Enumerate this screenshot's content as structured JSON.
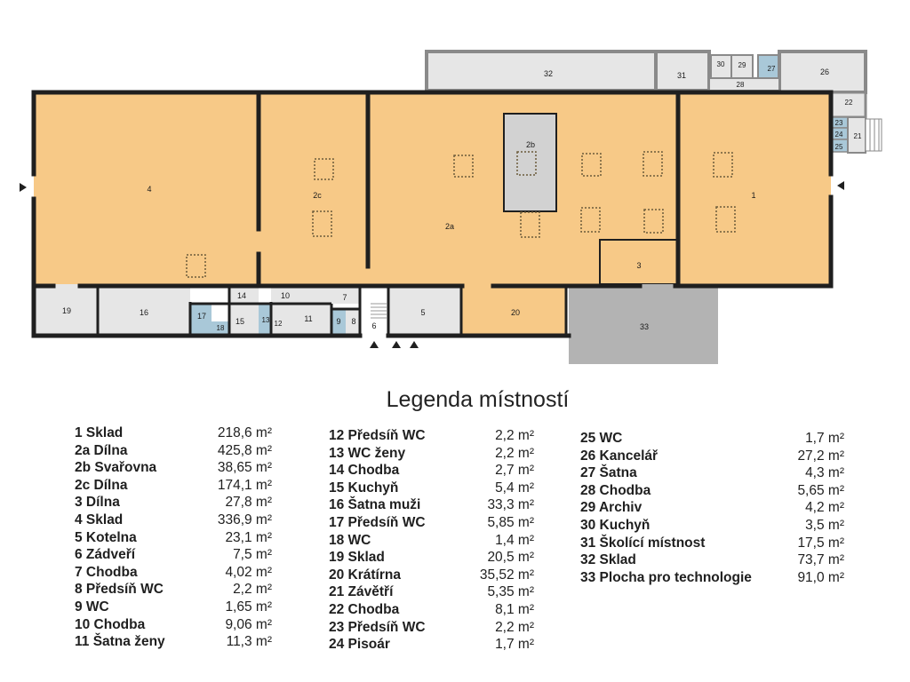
{
  "legend": {
    "title": "Legenda místností",
    "columns": [
      [
        {
          "name": "1 Sklad",
          "area": "218,6 m²"
        },
        {
          "name": "2a Dílna",
          "area": "425,8 m²"
        },
        {
          "name": "2b Svařovna",
          "area": "38,65 m²"
        },
        {
          "name": "2c Dílna",
          "area": "174,1 m²"
        },
        {
          "name": "3 Dílna",
          "area": "27,8 m²"
        },
        {
          "name": "4 Sklad",
          "area": "336,9 m²"
        },
        {
          "name": "5 Kotelna",
          "area": "23,1 m²"
        },
        {
          "name": "6 Zádveří",
          "area": "7,5 m²"
        },
        {
          "name": "7 Chodba",
          "area": "4,02 m²"
        },
        {
          "name": "8 Předsíň WC",
          "area": "2,2 m²"
        },
        {
          "name": "9 WC",
          "area": "1,65 m²"
        },
        {
          "name": "10 Chodba",
          "area": "9,06 m²"
        },
        {
          "name": "11 Šatna ženy",
          "area": "11,3 m²"
        }
      ],
      [
        {
          "name": "12 Předsíň WC",
          "area": "2,2 m²"
        },
        {
          "name": "13 WC ženy",
          "area": "2,2 m²"
        },
        {
          "name": "14 Chodba",
          "area": "2,7 m²"
        },
        {
          "name": "15 Kuchyň",
          "area": "5,4 m²"
        },
        {
          "name": "16 Šatna muži",
          "area": "33,3 m²"
        },
        {
          "name": "17 Předsíň WC",
          "area": "5,85 m²"
        },
        {
          "name": "18 WC",
          "area": "1,4 m²"
        },
        {
          "name": "19 Sklad",
          "area": "20,5 m²"
        },
        {
          "name": "20 Krátírna",
          "area": "35,52 m²"
        },
        {
          "name": "21 Závětří",
          "area": "5,35 m²"
        },
        {
          "name": "22 Chodba",
          "area": "8,1 m²"
        },
        {
          "name": "23 Předsíň WC",
          "area": "2,2 m²"
        },
        {
          "name": "24 Pisoár",
          "area": "1,7 m²"
        }
      ],
      [
        {
          "name": "25 WC",
          "area": "1,7 m²"
        },
        {
          "name": "26 Kancelář",
          "area": "27,2 m²"
        },
        {
          "name": "27 Šatna",
          "area": "4,3 m²"
        },
        {
          "name": "28 Chodba",
          "area": "5,65 m²"
        },
        {
          "name": "29 Archiv",
          "area": "4,2 m²"
        },
        {
          "name": "30 Kuchyň",
          "area": "3,5 m²"
        },
        {
          "name": "31 Školící místnost",
          "area": "17,5 m²"
        },
        {
          "name": "32 Sklad",
          "area": "73,7 m²"
        },
        {
          "name": "33 Plocha pro technologie",
          "area": "91,0 m²"
        }
      ]
    ]
  },
  "plan": {
    "colors": {
      "workshop": "#f7c987",
      "room": "#e6e6e6",
      "wet": "#a9c8d8",
      "technology": "#b3b3b3",
      "wall": "#1f1f1f",
      "outline": "#8a8a8a"
    },
    "labels": {
      "r1": "1",
      "r2a": "2a",
      "r2b": "2b",
      "r2c": "2c",
      "r3": "3",
      "r4": "4",
      "r5": "5",
      "r6": "6",
      "r7": "7",
      "r8": "8",
      "r9": "9",
      "r10": "10",
      "r11": "11",
      "r12": "12",
      "r13": "13",
      "r14": "14",
      "r15": "15",
      "r16": "16",
      "r17": "17",
      "r18": "18",
      "r19": "19",
      "r20": "20",
      "r21": "21",
      "r22": "22",
      "r23": "23",
      "r24": "24",
      "r25": "25",
      "r26": "26",
      "r27": "27",
      "r28": "28",
      "r29": "29",
      "r30": "30",
      "r31": "31",
      "r32": "32",
      "r33": "33"
    }
  }
}
